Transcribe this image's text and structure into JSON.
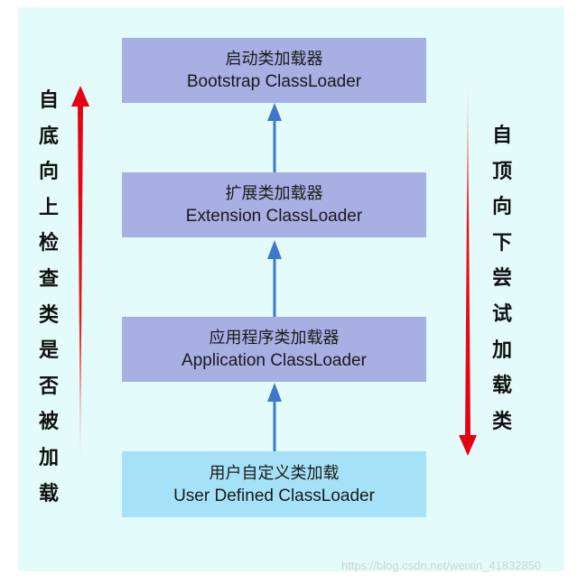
{
  "diagram": {
    "loaders": [
      {
        "cn": "启动类加载器",
        "en": "Bootstrap ClassLoader"
      },
      {
        "cn": "扩展类加载器",
        "en": "Extension ClassLoader"
      },
      {
        "cn": "应用程序类加载器",
        "en": "Application ClassLoader"
      },
      {
        "cn": "用户自定义类加载",
        "en": "User Defined ClassLoader"
      }
    ],
    "left_label": [
      "自",
      "底",
      "向",
      "上",
      "检",
      "查",
      "类",
      "是",
      "否",
      "被",
      "加",
      "载"
    ],
    "right_label": [
      "自",
      "顶",
      "向",
      "下",
      "尝",
      "试",
      "加",
      "载",
      "类"
    ]
  },
  "watermark": "https://blog.csdn.net/weixin_41832850",
  "colors": {
    "panel_bg": "#e4fbfb",
    "box_purple": "#a7afe3",
    "box_light_blue": "#a6e2f7",
    "connector_arrow": "#3f78c9",
    "side_arrow": "#e8141a"
  }
}
